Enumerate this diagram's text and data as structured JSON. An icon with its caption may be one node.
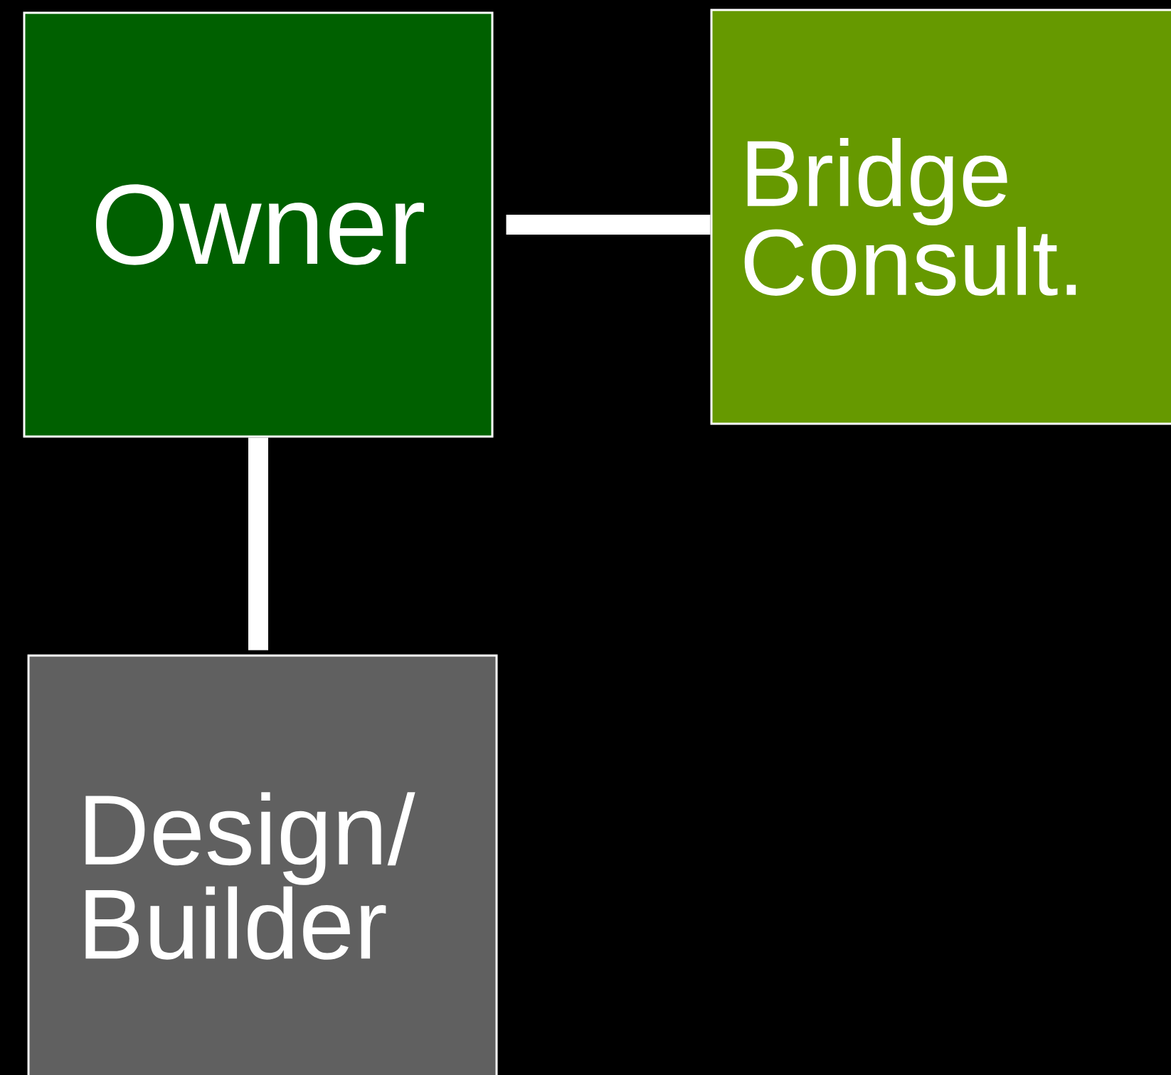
{
  "diagram": {
    "nodes": [
      {
        "text": [
          "Owner"
        ]
      },
      {
        "text": [
          "Bridge Consult."
        ]
      },
      {
        "text": [
          "Design/ Builder"
        ]
      }
    ],
    "edges": [
      {
        "from": 0,
        "to": 1,
        "arrow": "none"
      },
      {
        "from": 0,
        "to": 2,
        "arrow": "none"
      }
    ]
  }
}
